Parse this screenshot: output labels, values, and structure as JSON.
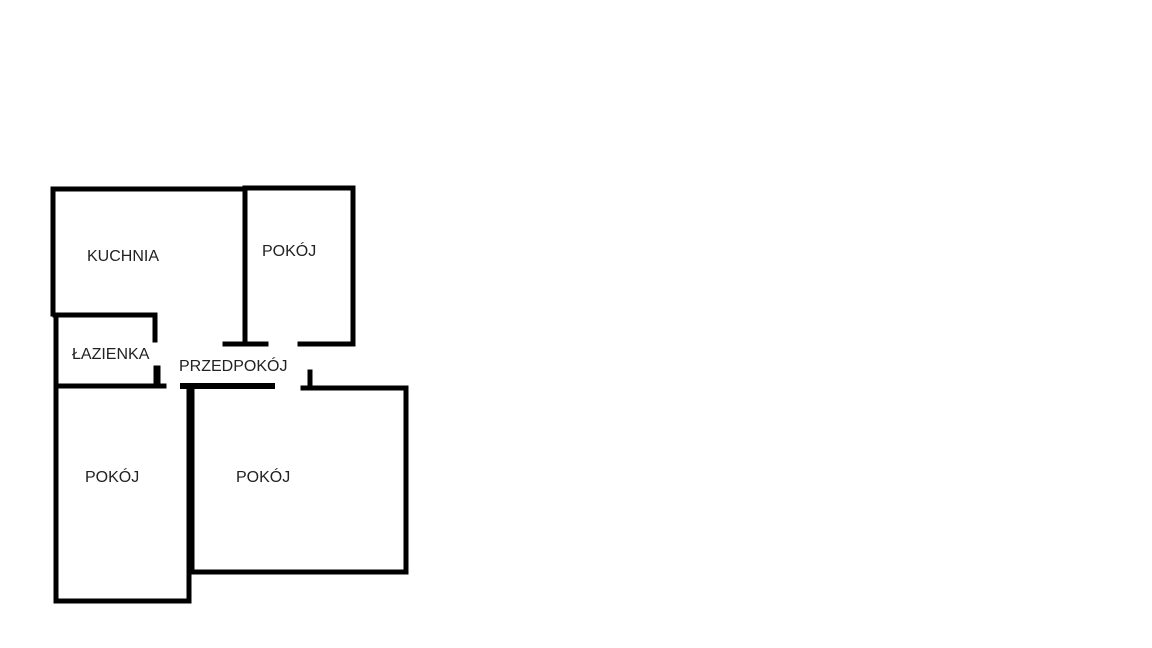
{
  "floor_plan": {
    "wall_color": "#000000",
    "rooms": [
      {
        "id": "kuchnia",
        "label": "KUCHNIA"
      },
      {
        "id": "pokoj-top",
        "label": "POKÓJ"
      },
      {
        "id": "lazienka",
        "label": "ŁAZIENKA"
      },
      {
        "id": "przedpokoj",
        "label": "PRZEDPOKÓJ"
      },
      {
        "id": "pokoj-left",
        "label": "POKÓJ"
      },
      {
        "id": "pokoj-big",
        "label": "POKÓJ"
      }
    ]
  }
}
